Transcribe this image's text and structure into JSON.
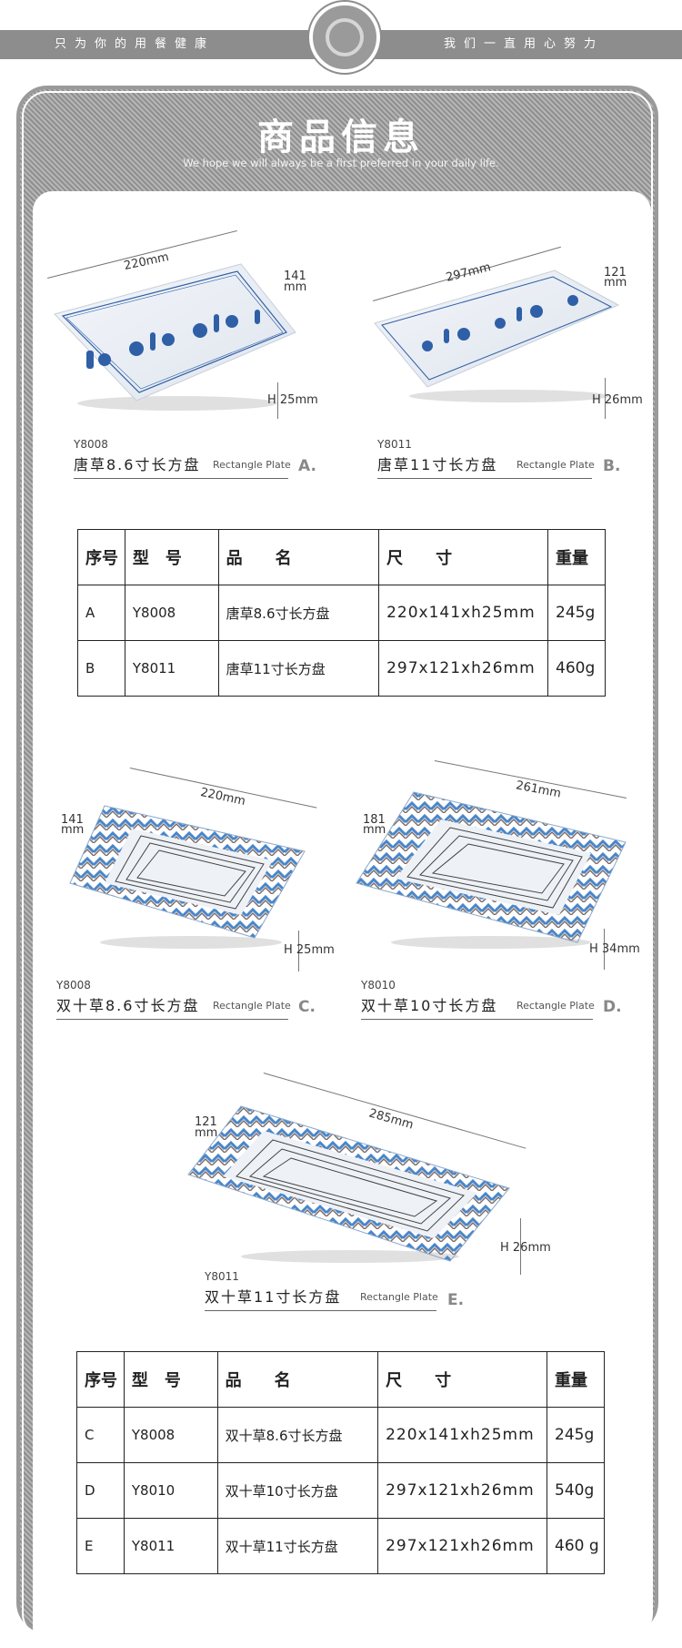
{
  "header": {
    "left_slogan": "只为你的用餐健康",
    "right_slogan": "我们一直用心努力"
  },
  "title": "商品信息",
  "subtitle": "We hope we will always be a first preferred in your daily life.",
  "colors": {
    "frame_gray": "#8d8d8d",
    "plate_blue": "#2f5fa6",
    "plate_brown": "#6b5a55"
  },
  "products": [
    {
      "code": "Y8008",
      "name": "唐草8.6寸长方盘",
      "en": "Rectangle Plate",
      "letter": "A.",
      "length": "220mm",
      "width": "141",
      "width_unit": "mm",
      "height": "H  25mm"
    },
    {
      "code": "Y8011",
      "name": "唐草11寸长方盘",
      "en": "Rectangle Plate",
      "letter": "B.",
      "length": "297mm",
      "width": "121",
      "width_unit": "mm",
      "height": "H  26mm"
    },
    {
      "code": "Y8008",
      "name": "双十草8.6寸长方盘",
      "en": "Rectangle Plate",
      "letter": "C.",
      "length": "220mm",
      "width": "141",
      "width_unit": "mm",
      "height": "H  25mm"
    },
    {
      "code": "Y8010",
      "name": "双十草10寸长方盘",
      "en": "Rectangle Plate",
      "letter": "D.",
      "length": "261mm",
      "width": "181",
      "width_unit": "mm",
      "height": "H  34mm"
    },
    {
      "code": "Y8011",
      "name": "双十草11寸长方盘",
      "en": "Rectangle Plate",
      "letter": "E.",
      "length": "285mm",
      "width": "121",
      "width_unit": "mm",
      "height": "H  26mm"
    }
  ],
  "table_headers": [
    "序号",
    "型　号",
    "品　　名",
    "尺　　寸",
    "重量"
  ],
  "table1": [
    [
      "A",
      "Y8008",
      "唐草8.6寸长方盘",
      "220x141xh25mm",
      "245g"
    ],
    [
      "B",
      "Y8011",
      "唐草11寸长方盘",
      "297x121xh26mm",
      "460g"
    ]
  ],
  "table2": [
    [
      "C",
      "Y8008",
      "双十草8.6寸长方盘",
      "220x141xh25mm",
      "245g"
    ],
    [
      "D",
      "Y8010",
      "双十草10寸长方盘",
      "297x121xh26mm",
      "540g"
    ],
    [
      "E",
      "Y8011",
      "双十草11寸长方盘",
      "297x121xh26mm",
      "460 g"
    ]
  ]
}
